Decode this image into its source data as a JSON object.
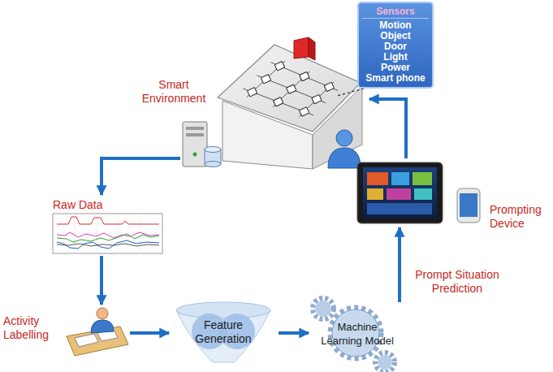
{
  "diagram": {
    "nodes": [
      {
        "text": [
          "Sensors",
          "Motion",
          "Object",
          "Door",
          "Light",
          "Power",
          "Smart phone"
        ]
      },
      {
        "text": [
          "Smart Environment"
        ]
      },
      {
        "text": [
          "Raw Data"
        ]
      },
      {
        "text": [
          "Prompting Device"
        ]
      },
      {
        "text": [
          "Activity Labelling"
        ]
      },
      {
        "text": [
          "Feature Generation"
        ]
      },
      {
        "text": [
          "Machine Learning Model"
        ]
      }
    ],
    "edges": [
      {
        "from": 0,
        "to": 1,
        "arrow": "none"
      },
      {
        "from": 1,
        "to": 2,
        "arrow": "to"
      },
      {
        "from": 2,
        "to": 4,
        "arrow": "to"
      },
      {
        "from": 4,
        "to": 5,
        "arrow": "to"
      },
      {
        "from": 5,
        "to": 6,
        "arrow": "to"
      },
      {
        "from": 6,
        "to": 3,
        "arrow": "to",
        "label": "Prompt Situation Prediction"
      },
      {
        "from": 3,
        "to": 1,
        "arrow": "to"
      }
    ]
  }
}
